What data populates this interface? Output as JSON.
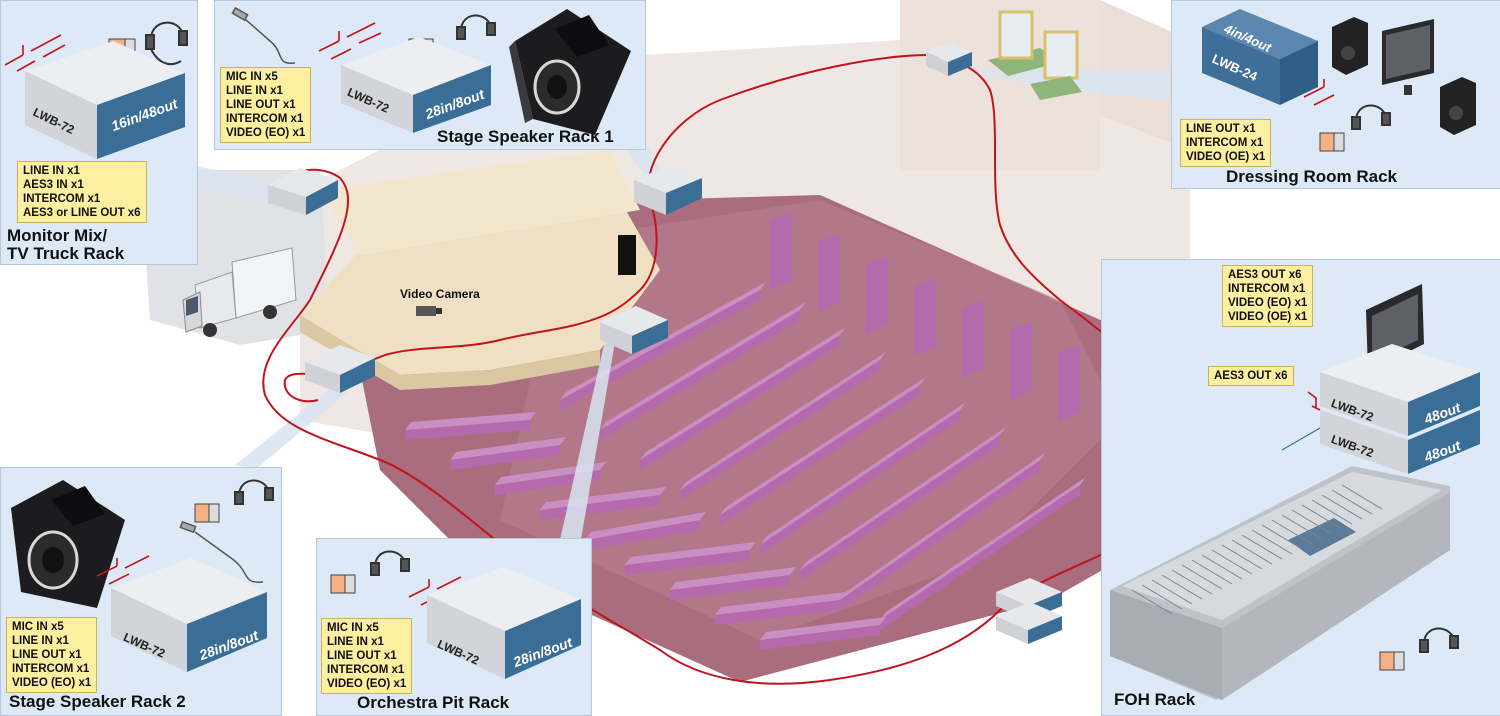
{
  "panels": {
    "monitor_mix": {
      "title_line1": "Monitor Mix/",
      "title_line2": "TV Truck Rack",
      "model": "LWB-72",
      "io": "16in/48out",
      "signals": [
        "LINE IN x1",
        "AES3 IN x1",
        "INTERCOM x1",
        "AES3 or LINE OUT x6"
      ]
    },
    "stage_speaker_1": {
      "title": "Stage Speaker Rack 1",
      "model": "LWB-72",
      "io": "28in/8out",
      "signals": [
        "MIC IN x5",
        "LINE IN x1",
        "LINE OUT x1",
        "INTERCOM x1",
        "VIDEO (EO) x1"
      ]
    },
    "dressing_room": {
      "title": "Dressing Room Rack",
      "model": "LWB-24",
      "io": "4in/4out",
      "signals": [
        "LINE OUT x1",
        "INTERCOM x1",
        "VIDEO (OE) x1"
      ]
    },
    "stage_speaker_2": {
      "title": "Stage Speaker Rack 2",
      "model": "LWB-72",
      "io": "28in/8out",
      "signals": [
        "MIC IN x5",
        "LINE IN x1",
        "LINE OUT x1",
        "INTERCOM x1",
        "VIDEO (EO) x1"
      ]
    },
    "orchestra_pit": {
      "title": "Orchestra Pit Rack",
      "model": "LWB-72",
      "io": "28in/8out",
      "signals": [
        "MIC IN x5",
        "LINE IN x1",
        "LINE OUT x1",
        "INTERCOM x1",
        "VIDEO (EO) x1"
      ]
    },
    "foh": {
      "title": "FOH Rack",
      "model_top": "LWB-72",
      "io_top": "48out",
      "model_bottom": "LWB-72",
      "io_bottom": "48out",
      "signals_upper": [
        "AES3 OUT x6",
        "INTERCOM x1",
        "VIDEO (EO) x1",
        "VIDEO (OE) x1"
      ],
      "signals_lower": [
        "AES3 OUT x6"
      ]
    }
  },
  "hall": {
    "camera_label": "Video Camera"
  },
  "colors": {
    "panel_bg": "#dde9f7",
    "callout_bg": "#fcefa0",
    "cable": "#c0151c",
    "rack_side": "#3b6e97",
    "seat": "#b56aae",
    "floor": "#a96d7e",
    "stage": "#efe0c4"
  }
}
